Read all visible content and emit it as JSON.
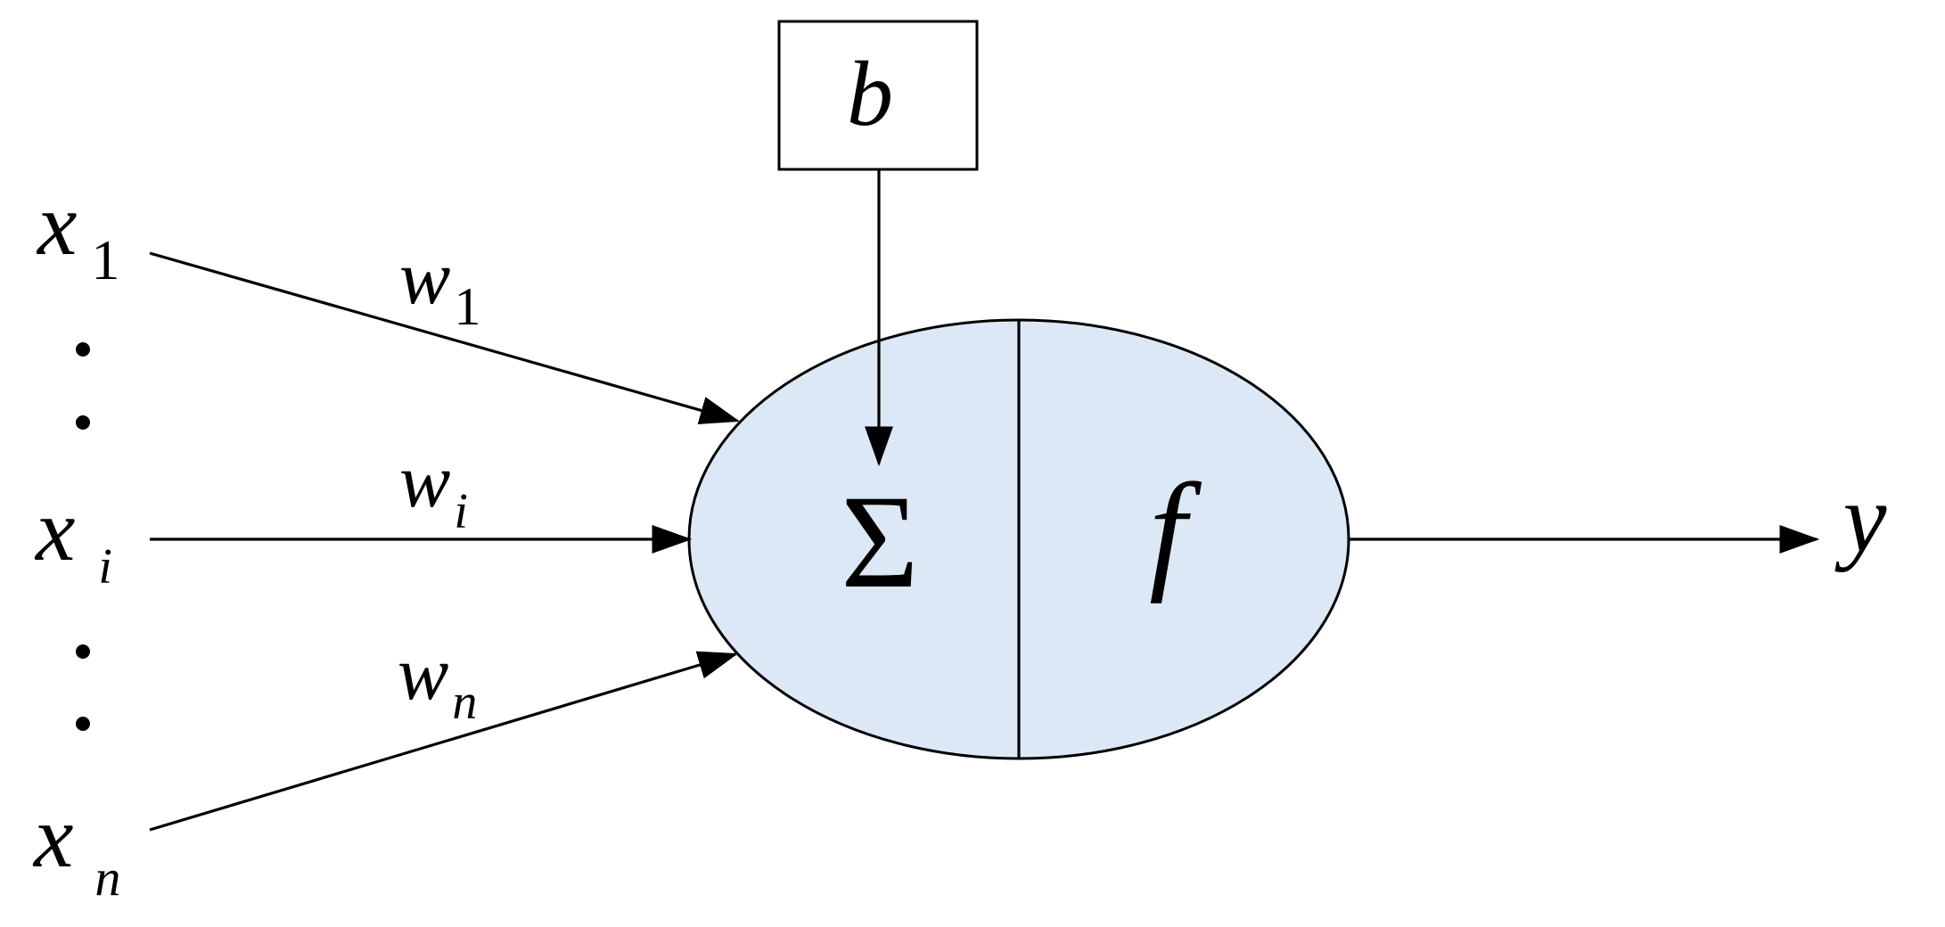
{
  "inputs": {
    "x1": {
      "base": "x",
      "sub": "1"
    },
    "xi": {
      "base": "x",
      "sub": "i"
    },
    "xn": {
      "base": "x",
      "sub": "n"
    }
  },
  "weights": {
    "w1": {
      "base": "w",
      "sub": "1"
    },
    "wi": {
      "base": "w",
      "sub": "i"
    },
    "wn": {
      "base": "w",
      "sub": "n"
    }
  },
  "bias": {
    "label": "b"
  },
  "neuron": {
    "sum_symbol": "Σ",
    "activation": "f",
    "fill_color": "#dce8f5"
  },
  "output": {
    "label": "y"
  }
}
